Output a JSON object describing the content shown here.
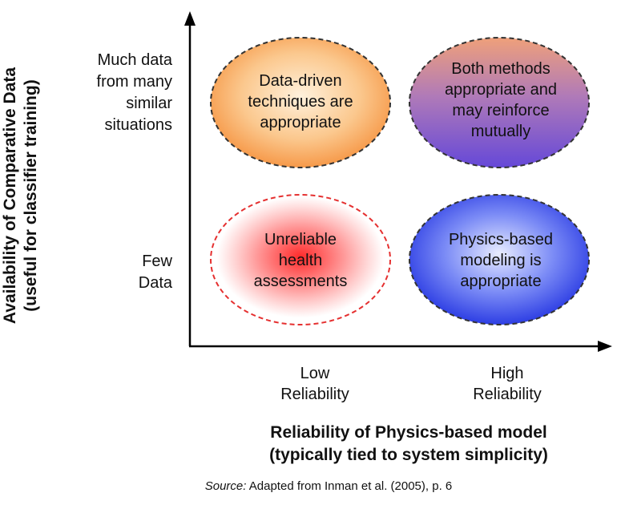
{
  "y_axis": {
    "title_lines": [
      "Availability of Comparative Data",
      "(useful for classifier training)"
    ],
    "tick_high_lines": [
      "Much data",
      "from many",
      "similar",
      "situations"
    ],
    "tick_low_lines": [
      "Few",
      "Data"
    ]
  },
  "x_axis": {
    "title_lines": [
      "Reliability of Physics-based model",
      "(typically tied to system simplicity)"
    ],
    "tick_low_lines": [
      "Low",
      "Reliability"
    ],
    "tick_high_lines": [
      "High",
      "Reliability"
    ]
  },
  "quadrants": {
    "data_driven": {
      "lines": [
        "Data-driven",
        "techniques are",
        "appropriate"
      ],
      "color": "#f7a154"
    },
    "both_methods": {
      "lines": [
        "Both methods",
        "appropriate and",
        "may reinforce",
        "mutually"
      ],
      "color": "#a865a8"
    },
    "unreliable": {
      "lines": [
        "Unreliable",
        "health",
        "assessments"
      ],
      "color": "#ff3b3b"
    },
    "physics_based": {
      "lines": [
        "Physics-based",
        "modeling is",
        "appropriate"
      ],
      "color": "#2b3fe6"
    }
  },
  "source": {
    "label": "Source:",
    "text": " Adapted from Inman et al. (2005), p. 6"
  }
}
